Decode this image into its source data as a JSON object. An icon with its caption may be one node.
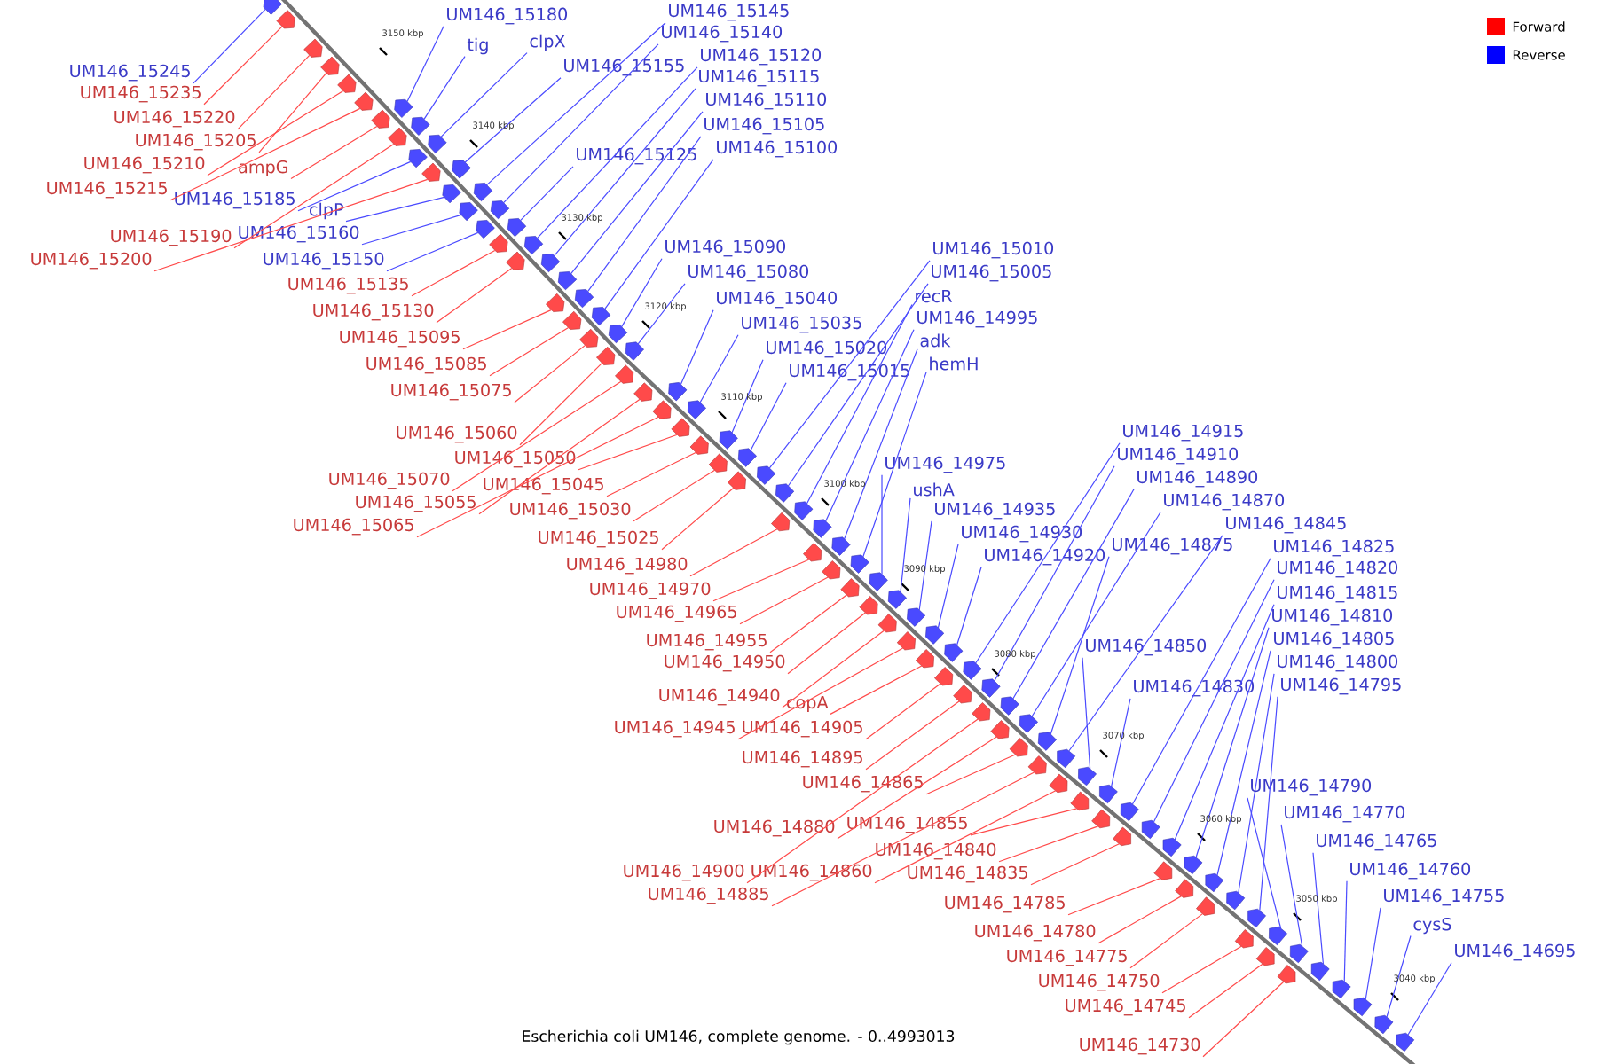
{
  "diagram": {
    "caption": "Escherichia coli UM146, complete genome. - 0..4993013",
    "nodes": [
      {
        "text": [
          "UM146_15245"
        ]
      },
      {
        "text": [
          "UM146_15235"
        ]
      },
      {
        "text": [
          "UM146_15220"
        ]
      },
      {
        "text": [
          "UM146_15205"
        ]
      },
      {
        "text": [
          "UM146_15210"
        ]
      },
      {
        "text": [
          "UM146_15215"
        ]
      },
      {
        "text": [
          "ampG"
        ]
      },
      {
        "text": [
          "UM146_15185"
        ]
      },
      {
        "text": [
          "clpP"
        ]
      },
      {
        "text": [
          "UM146_15190"
        ]
      },
      {
        "text": [
          "UM146_15200"
        ]
      },
      {
        "text": [
          "UM146_15160"
        ]
      },
      {
        "text": [
          "UM146_15150"
        ]
      },
      {
        "text": [
          "UM146_15135"
        ]
      },
      {
        "text": [
          "UM146_15130"
        ]
      },
      {
        "text": [
          "UM146_15095"
        ]
      },
      {
        "text": [
          "UM146_15085"
        ]
      },
      {
        "text": [
          "UM146_15075"
        ]
      },
      {
        "text": [
          "UM146_15060"
        ]
      },
      {
        "text": [
          "UM146_15050"
        ]
      },
      {
        "text": [
          "UM146_15070"
        ]
      },
      {
        "text": [
          "UM146_15045"
        ]
      },
      {
        "text": [
          "UM146_15055"
        ]
      },
      {
        "text": [
          "UM146_15030"
        ]
      },
      {
        "text": [
          "UM146_15065"
        ]
      },
      {
        "text": [
          "UM146_15025"
        ]
      },
      {
        "text": [
          "UM146_14980"
        ]
      },
      {
        "text": [
          "UM146_14970"
        ]
      },
      {
        "text": [
          "UM146_14965"
        ]
      },
      {
        "text": [
          "UM146_14955"
        ]
      },
      {
        "text": [
          "UM146_14950"
        ]
      },
      {
        "text": [
          "UM146_14940"
        ]
      },
      {
        "text": [
          "copA"
        ]
      },
      {
        "text": [
          "UM146_14945"
        ]
      },
      {
        "text": [
          "UM146_14905"
        ]
      },
      {
        "text": [
          "UM146_14895"
        ]
      },
      {
        "text": [
          "UM146_14865"
        ]
      },
      {
        "text": [
          "UM146_14880"
        ]
      },
      {
        "text": [
          "UM146_14855"
        ]
      },
      {
        "text": [
          "UM146_14840"
        ]
      },
      {
        "text": [
          "UM146_14900"
        ]
      },
      {
        "text": [
          "UM146_14860"
        ]
      },
      {
        "text": [
          "UM146_14835"
        ]
      },
      {
        "text": [
          "UM146_14885"
        ]
      },
      {
        "text": [
          "UM146_14785"
        ]
      },
      {
        "text": [
          "UM146_14780"
        ]
      },
      {
        "text": [
          "UM146_14775"
        ]
      },
      {
        "text": [
          "UM146_14750"
        ]
      },
      {
        "text": [
          "UM146_14745"
        ]
      },
      {
        "text": [
          "UM146_14730"
        ]
      },
      {
        "text": [
          "UM146_15180"
        ]
      },
      {
        "text": [
          "tig"
        ]
      },
      {
        "text": [
          "clpX"
        ]
      },
      {
        "text": [
          "UM146_15155"
        ]
      },
      {
        "text": [
          "UM146_15145"
        ]
      },
      {
        "text": [
          "UM146_15140"
        ]
      },
      {
        "text": [
          "UM146_15120"
        ]
      },
      {
        "text": [
          "UM146_15115"
        ]
      },
      {
        "text": [
          "UM146_15110"
        ]
      },
      {
        "text": [
          "UM146_15105"
        ]
      },
      {
        "text": [
          "UM146_15100"
        ]
      },
      {
        "text": [
          "UM146_15125"
        ]
      },
      {
        "text": [
          "UM146_15090"
        ]
      },
      {
        "text": [
          "UM146_15080"
        ]
      },
      {
        "text": [
          "UM146_15040"
        ]
      },
      {
        "text": [
          "UM146_15035"
        ]
      },
      {
        "text": [
          "UM146_15020"
        ]
      },
      {
        "text": [
          "UM146_15015"
        ]
      },
      {
        "text": [
          "UM146_15010"
        ]
      },
      {
        "text": [
          "UM146_15005"
        ]
      },
      {
        "text": [
          "recR"
        ]
      },
      {
        "text": [
          "UM146_14995"
        ]
      },
      {
        "text": [
          "adk"
        ]
      },
      {
        "text": [
          "hemH"
        ]
      },
      {
        "text": [
          "UM146_14975"
        ]
      },
      {
        "text": [
          "ushA"
        ]
      },
      {
        "text": [
          "UM146_14935"
        ]
      },
      {
        "text": [
          "UM146_14930"
        ]
      },
      {
        "text": [
          "UM146_14920"
        ]
      },
      {
        "text": [
          "UM146_14915"
        ]
      },
      {
        "text": [
          "UM146_14910"
        ]
      },
      {
        "text": [
          "UM146_14890"
        ]
      },
      {
        "text": [
          "UM146_14870"
        ]
      },
      {
        "text": [
          "UM146_14875"
        ]
      },
      {
        "text": [
          "UM146_14845"
        ]
      },
      {
        "text": [
          "UM146_14850"
        ]
      },
      {
        "text": [
          "UM146_14830"
        ]
      },
      {
        "text": [
          "UM146_14825"
        ]
      },
      {
        "text": [
          "UM146_14820"
        ]
      },
      {
        "text": [
          "UM146_14815"
        ]
      },
      {
        "text": [
          "UM146_14810"
        ]
      },
      {
        "text": [
          "UM146_14805"
        ]
      },
      {
        "text": [
          "UM146_14800"
        ]
      },
      {
        "text": [
          "UM146_14795"
        ]
      },
      {
        "text": [
          "UM146_14790"
        ]
      },
      {
        "text": [
          "UM146_14770"
        ]
      },
      {
        "text": [
          "UM146_14765"
        ]
      },
      {
        "text": [
          "UM146_14760"
        ]
      },
      {
        "text": [
          "UM146_14755"
        ]
      },
      {
        "text": [
          "cysS"
        ]
      },
      {
        "text": [
          "UM146_14695"
        ]
      },
      {
        "text": [],
        "shape": "arrow"
      },
      {
        "text": [],
        "shape": "arrow"
      },
      {
        "text": [],
        "shape": "arrow"
      },
      {
        "text": [],
        "shape": "arrow"
      },
      {
        "text": [],
        "shape": "arrow"
      },
      {
        "text": [],
        "shape": "arrow"
      },
      {
        "text": [],
        "shape": "arrow"
      },
      {
        "text": [],
        "shape": "arrow"
      },
      {
        "text": [],
        "shape": "arrow"
      },
      {
        "text": [],
        "shape": "arrow"
      },
      {
        "text": [],
        "shape": "arrow"
      },
      {
        "text": [],
        "shape": "arrow"
      },
      {
        "text": [],
        "shape": "arrow"
      },
      {
        "text": [],
        "shape": "arrow"
      },
      {
        "text": [],
        "shape": "arrow"
      },
      {
        "text": [],
        "shape": "arrow"
      },
      {
        "text": [],
        "shape": "arrow"
      },
      {
        "text": [],
        "shape": "arrow"
      },
      {
        "text": [],
        "shape": "arrow"
      },
      {
        "text": [],
        "shape": "arrow"
      },
      {
        "text": [],
        "shape": "arrow"
      },
      {
        "text": [],
        "shape": "arrow"
      },
      {
        "text": [],
        "shape": "arrow"
      },
      {
        "text": [],
        "shape": "arrow"
      },
      {
        "text": [],
        "shape": "arrow"
      },
      {
        "text": [],
        "shape": "arrow"
      },
      {
        "text": [],
        "shape": "arrow"
      },
      {
        "text": [],
        "shape": "arrow"
      },
      {
        "text": [],
        "shape": "arrow"
      },
      {
        "text": [],
        "shape": "arrow"
      },
      {
        "text": [],
        "shape": "arrow"
      },
      {
        "text": [],
        "shape": "arrow"
      },
      {
        "text": [],
        "shape": "arrow"
      },
      {
        "text": [],
        "shape": "arrow"
      },
      {
        "text": [],
        "shape": "arrow"
      },
      {
        "text": [],
        "shape": "arrow"
      },
      {
        "text": [],
        "shape": "arrow"
      },
      {
        "text": [],
        "shape": "arrow"
      },
      {
        "text": [],
        "shape": "arrow"
      },
      {
        "text": [],
        "shape": "arrow"
      },
      {
        "text": [],
        "shape": "arrow"
      },
      {
        "text": [],
        "shape": "arrow"
      },
      {
        "text": [],
        "shape": "arrow"
      },
      {
        "text": [],
        "shape": "arrow"
      },
      {
        "text": [],
        "shape": "arrow"
      },
      {
        "text": [],
        "shape": "arrow"
      },
      {
        "text": [],
        "shape": "arrow"
      },
      {
        "text": [],
        "shape": "arrow"
      },
      {
        "text": [],
        "shape": "arrow"
      },
      {
        "text": [],
        "shape": "arrow"
      },
      {
        "text": [],
        "shape": "arrow"
      },
      {
        "text": [],
        "shape": "arrow"
      },
      {
        "text": [],
        "shape": "arrow"
      },
      {
        "text": [],
        "shape": "arrow"
      },
      {
        "text": [],
        "shape": "arrow"
      },
      {
        "text": [],
        "shape": "arrow"
      },
      {
        "text": [],
        "shape": "arrow"
      },
      {
        "text": [],
        "shape": "arrow"
      },
      {
        "text": [],
        "shape": "arrow"
      },
      {
        "text": [],
        "shape": "arrow"
      },
      {
        "text": [],
        "shape": "arrow"
      },
      {
        "text": [],
        "shape": "arrow"
      },
      {
        "text": [],
        "shape": "arrow"
      },
      {
        "text": [],
        "shape": "arrow"
      },
      {
        "text": [],
        "shape": "arrow"
      },
      {
        "text": [],
        "shape": "arrow"
      },
      {
        "text": [],
        "shape": "arrow"
      },
      {
        "text": [],
        "shape": "arrow"
      },
      {
        "text": [],
        "shape": "arrow"
      },
      {
        "text": [],
        "shape": "arrow"
      },
      {
        "text": [],
        "shape": "arrow"
      },
      {
        "text": [],
        "shape": "arrow"
      },
      {
        "text": [],
        "shape": "arrow"
      },
      {
        "text": [],
        "shape": "arrow"
      },
      {
        "text": [],
        "shape": "arrow"
      },
      {
        "text": [],
        "shape": "arrow"
      },
      {
        "text": [],
        "shape": "arrow"
      },
      {
        "text": [],
        "shape": "arrow"
      },
      {
        "text": [],
        "shape": "arrow"
      },
      {
        "text": [],
        "shape": "arrow"
      },
      {
        "text": [],
        "shape": "arrow"
      },
      {
        "text": [],
        "shape": "arrow"
      },
      {
        "text": [],
        "shape": "arrow"
      },
      {
        "text": [],
        "shape": "arrow"
      },
      {
        "text": [],
        "shape": "arrow"
      },
      {
        "text": [],
        "shape": "arrow"
      },
      {
        "text": [],
        "shape": "arrow"
      },
      {
        "text": [],
        "shape": "arrow"
      },
      {
        "text": [],
        "shape": "arrow"
      },
      {
        "text": [],
        "shape": "arrow"
      },
      {
        "text": [],
        "shape": "arrow"
      },
      {
        "text": [],
        "shape": "arrow"
      },
      {
        "text": [],
        "shape": "arrow"
      },
      {
        "text": [],
        "shape": "arrow"
      },
      {
        "text": [],
        "shape": "arrow"
      },
      {
        "text": [],
        "shape": "arrow"
      },
      {
        "text": [],
        "shape": "arrow"
      },
      {
        "text": [],
        "shape": "arrow"
      },
      {
        "text": [],
        "shape": "arrow"
      },
      {
        "text": [],
        "shape": "arrow"
      },
      {
        "text": [],
        "shape": "arrow"
      }
    ],
    "edges": [
      {
        "from": 0,
        "to": 101,
        "arrow": "none"
      },
      {
        "from": 1,
        "to": 102,
        "arrow": "none",
        "color": "#ff4a4a"
      },
      {
        "from": 2,
        "to": 103,
        "arrow": "none",
        "color": "#ff4a4a"
      },
      {
        "from": 3,
        "to": 104,
        "arrow": "none",
        "color": "#ff4a4a"
      },
      {
        "from": 4,
        "to": 105,
        "arrow": "none",
        "color": "#ff4a4a"
      },
      {
        "from": 5,
        "to": 106,
        "arrow": "none",
        "color": "#ff4a4a"
      },
      {
        "from": 6,
        "to": 107,
        "arrow": "none",
        "color": "#ff4a4a"
      },
      {
        "from": 7,
        "to": 108,
        "arrow": "none"
      },
      {
        "from": 8,
        "to": 109,
        "arrow": "none"
      },
      {
        "from": 9,
        "to": 110,
        "arrow": "none",
        "color": "#ff4a4a"
      },
      {
        "from": 10,
        "to": 111,
        "arrow": "none",
        "color": "#ff4a4a"
      },
      {
        "from": 11,
        "to": 112,
        "arrow": "none"
      },
      {
        "from": 12,
        "to": 113,
        "arrow": "none"
      },
      {
        "from": 13,
        "to": 114,
        "arrow": "none",
        "color": "#ff4a4a"
      },
      {
        "from": 14,
        "to": 115,
        "arrow": "none",
        "color": "#ff4a4a"
      },
      {
        "from": 15,
        "to": 116,
        "arrow": "none",
        "color": "#ff4a4a"
      },
      {
        "from": 16,
        "to": 117,
        "arrow": "none",
        "color": "#ff4a4a"
      },
      {
        "from": 17,
        "to": 118,
        "arrow": "none",
        "color": "#ff4a4a"
      },
      {
        "from": 18,
        "to": 119,
        "arrow": "none",
        "color": "#ff4a4a"
      },
      {
        "from": 19,
        "to": 120,
        "arrow": "none",
        "color": "#ff4a4a"
      },
      {
        "from": 20,
        "to": 121,
        "arrow": "none",
        "color": "#ff4a4a"
      },
      {
        "from": 21,
        "to": 122,
        "arrow": "none",
        "color": "#ff4a4a"
      },
      {
        "from": 22,
        "to": 123,
        "arrow": "none",
        "color": "#ff4a4a"
      },
      {
        "from": 23,
        "to": 124,
        "arrow": "none",
        "color": "#ff4a4a"
      },
      {
        "from": 24,
        "to": 125,
        "arrow": "none",
        "color": "#ff4a4a"
      },
      {
        "from": 25,
        "to": 126,
        "arrow": "none",
        "color": "#ff4a4a"
      },
      {
        "from": 26,
        "to": 127,
        "arrow": "none",
        "color": "#ff4a4a"
      },
      {
        "from": 27,
        "to": 128,
        "arrow": "none",
        "color": "#ff4a4a"
      },
      {
        "from": 28,
        "to": 129,
        "arrow": "none",
        "color": "#ff4a4a"
      },
      {
        "from": 29,
        "to": 130,
        "arrow": "none",
        "color": "#ff4a4a"
      },
      {
        "from": 30,
        "to": 131,
        "arrow": "none",
        "color": "#ff4a4a"
      },
      {
        "from": 31,
        "to": 132,
        "arrow": "none",
        "color": "#ff4a4a"
      },
      {
        "from": 32,
        "to": 133,
        "arrow": "none",
        "color": "#ff4a4a"
      },
      {
        "from": 33,
        "to": 134,
        "arrow": "none",
        "color": "#ff4a4a"
      },
      {
        "from": 34,
        "to": 135,
        "arrow": "none",
        "color": "#ff4a4a"
      },
      {
        "from": 35,
        "to": 136,
        "arrow": "none",
        "color": "#ff4a4a"
      },
      {
        "from": 36,
        "to": 137,
        "arrow": "none",
        "color": "#ff4a4a"
      },
      {
        "from": 37,
        "to": 138,
        "arrow": "none",
        "color": "#ff4a4a"
      },
      {
        "from": 38,
        "to": 139,
        "arrow": "none",
        "color": "#ff4a4a"
      },
      {
        "from": 39,
        "to": 140,
        "arrow": "none",
        "color": "#ff4a4a"
      },
      {
        "from": 40,
        "to": 141,
        "arrow": "none",
        "color": "#ff4a4a"
      },
      {
        "from": 41,
        "to": 142,
        "arrow": "none",
        "color": "#ff4a4a"
      },
      {
        "from": 42,
        "to": 143,
        "arrow": "none",
        "color": "#ff4a4a"
      },
      {
        "from": 43,
        "to": 144,
        "arrow": "none",
        "color": "#ff4a4a"
      },
      {
        "from": 44,
        "to": 145,
        "arrow": "none",
        "color": "#ff4a4a"
      },
      {
        "from": 45,
        "to": 146,
        "arrow": "none",
        "color": "#ff4a4a"
      },
      {
        "from": 46,
        "to": 147,
        "arrow": "none",
        "color": "#ff4a4a"
      },
      {
        "from": 47,
        "to": 148,
        "arrow": "none",
        "color": "#ff4a4a"
      },
      {
        "from": 48,
        "to": 149,
        "arrow": "none",
        "color": "#ff4a4a"
      },
      {
        "from": 49,
        "to": 150,
        "arrow": "none",
        "color": "#ff4a4a"
      },
      {
        "from": 50,
        "to": 151,
        "arrow": "none"
      },
      {
        "from": 51,
        "to": 152,
        "arrow": "none"
      },
      {
        "from": 52,
        "to": 153,
        "arrow": "none"
      },
      {
        "from": 53,
        "to": 154,
        "arrow": "none"
      },
      {
        "from": 54,
        "to": 155,
        "arrow": "none"
      },
      {
        "from": 55,
        "to": 156,
        "arrow": "none"
      },
      {
        "from": 56,
        "to": 157,
        "arrow": "none"
      },
      {
        "from": 57,
        "to": 158,
        "arrow": "none"
      },
      {
        "from": 58,
        "to": 159,
        "arrow": "none"
      },
      {
        "from": 59,
        "to": 160,
        "arrow": "none"
      },
      {
        "from": 60,
        "to": 161,
        "arrow": "none"
      },
      {
        "from": 61,
        "to": 162,
        "arrow": "none"
      },
      {
        "from": 62,
        "to": 163,
        "arrow": "none"
      },
      {
        "from": 63,
        "to": 164,
        "arrow": "none"
      },
      {
        "from": 64,
        "to": 165,
        "arrow": "none"
      },
      {
        "from": 65,
        "to": 166,
        "arrow": "none"
      },
      {
        "from": 66,
        "to": 167,
        "arrow": "none"
      },
      {
        "from": 67,
        "to": 168,
        "arrow": "none"
      },
      {
        "from": 68,
        "to": 169,
        "arrow": "none"
      },
      {
        "from": 69,
        "to": 170,
        "arrow": "none"
      },
      {
        "from": 70,
        "to": 171,
        "arrow": "none"
      },
      {
        "from": 71,
        "to": 172,
        "arrow": "none"
      },
      {
        "from": 72,
        "to": 173,
        "arrow": "none"
      },
      {
        "from": 73,
        "to": 174,
        "arrow": "none"
      },
      {
        "from": 74,
        "to": 175,
        "arrow": "none"
      },
      {
        "from": 75,
        "to": 176,
        "arrow": "none"
      },
      {
        "from": 76,
        "to": 177,
        "arrow": "none"
      },
      {
        "from": 77,
        "to": 178,
        "arrow": "none"
      },
      {
        "from": 78,
        "to": 179,
        "arrow": "none"
      },
      {
        "from": 79,
        "to": 180,
        "arrow": "none"
      },
      {
        "from": 80,
        "to": 181,
        "arrow": "none"
      },
      {
        "from": 81,
        "to": 182,
        "arrow": "none"
      },
      {
        "from": 82,
        "to": 183,
        "arrow": "none"
      },
      {
        "from": 83,
        "to": 184,
        "arrow": "none"
      },
      {
        "from": 84,
        "to": 185,
        "arrow": "none"
      },
      {
        "from": 85,
        "to": 186,
        "arrow": "none"
      },
      {
        "from": 86,
        "to": 187,
        "arrow": "none"
      },
      {
        "from": 87,
        "to": 188,
        "arrow": "none"
      },
      {
        "from": 88,
        "to": 189,
        "arrow": "none"
      },
      {
        "from": 89,
        "to": 190,
        "arrow": "none"
      },
      {
        "from": 90,
        "to": 191,
        "arrow": "none"
      },
      {
        "from": 91,
        "to": 192,
        "arrow": "none"
      },
      {
        "from": 92,
        "to": 193,
        "arrow": "none"
      },
      {
        "from": 93,
        "to": 194,
        "arrow": "none"
      },
      {
        "from": 94,
        "to": 195,
        "arrow": "none"
      },
      {
        "from": 95,
        "to": 196,
        "arrow": "none"
      },
      {
        "from": 96,
        "to": 197,
        "arrow": "none"
      },
      {
        "from": 97,
        "to": 198,
        "arrow": "none"
      },
      {
        "from": 98,
        "to": 199,
        "arrow": "none"
      },
      {
        "from": 99,
        "to": 200,
        "arrow": "none"
      },
      {
        "from": 100,
        "to": 201,
        "arrow": "none"
      }
    ],
    "labels": [
      "3150 kbp",
      "3140 kbp",
      "3130 kbp",
      "3120 kbp",
      "3110 kbp",
      "3100 kbp",
      "3090 kbp",
      "3080 kbp",
      "3070 kbp",
      "3060 kbp",
      "3050 kbp",
      "3040 kbp"
    ],
    "legend": [
      {
        "text": "Forward",
        "color": "#ff0000"
      },
      {
        "text": "Reverse",
        "color": "#0000ff"
      }
    ]
  }
}
